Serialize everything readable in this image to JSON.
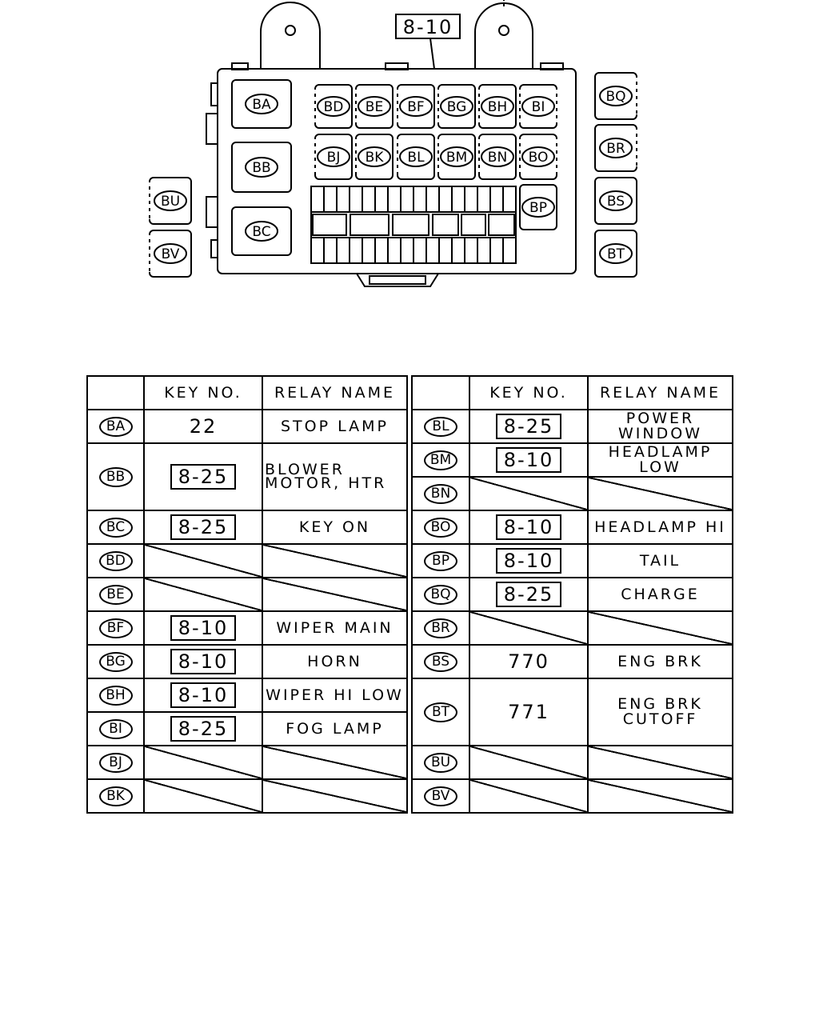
{
  "diagram": {
    "main_key_label": "8-10",
    "relay_positions": [
      {
        "id": "BA"
      },
      {
        "id": "BB"
      },
      {
        "id": "BC"
      },
      {
        "id": "BD"
      },
      {
        "id": "BE"
      },
      {
        "id": "BF"
      },
      {
        "id": "BG"
      },
      {
        "id": "BH"
      },
      {
        "id": "BI"
      },
      {
        "id": "BJ"
      },
      {
        "id": "BK"
      },
      {
        "id": "BL"
      },
      {
        "id": "BM"
      },
      {
        "id": "BN"
      },
      {
        "id": "BO"
      },
      {
        "id": "BP"
      },
      {
        "id": "BQ"
      },
      {
        "id": "BR"
      },
      {
        "id": "BS"
      },
      {
        "id": "BT"
      },
      {
        "id": "BU"
      },
      {
        "id": "BV"
      }
    ]
  },
  "table": {
    "headers": {
      "id": "",
      "key_no": "KEY NO.",
      "relay_name": "RELAY NAME"
    },
    "left_rows": [
      {
        "id": "BA",
        "key_no": "22",
        "key_boxed": false,
        "relay_name": "STOP LAMP"
      },
      {
        "id": "BB",
        "key_no": "8-25",
        "key_boxed": true,
        "relay_name": "BLOWER MOTOR, HTR"
      },
      {
        "id": "BC",
        "key_no": "8-25",
        "key_boxed": true,
        "relay_name": "KEY ON"
      },
      {
        "id": "BD",
        "key_no": "",
        "key_boxed": false,
        "relay_name": ""
      },
      {
        "id": "BE",
        "key_no": "",
        "key_boxed": false,
        "relay_name": ""
      },
      {
        "id": "BF",
        "key_no": "8-10",
        "key_boxed": true,
        "relay_name": "WIPER MAIN"
      },
      {
        "id": "BG",
        "key_no": "8-10",
        "key_boxed": true,
        "relay_name": "HORN"
      },
      {
        "id": "BH",
        "key_no": "8-10",
        "key_boxed": true,
        "relay_name": "WIPER HI LOW"
      },
      {
        "id": "BI",
        "key_no": "8-25",
        "key_boxed": true,
        "relay_name": "FOG LAMP"
      },
      {
        "id": "BJ",
        "key_no": "",
        "key_boxed": false,
        "relay_name": ""
      },
      {
        "id": "BK",
        "key_no": "",
        "key_boxed": false,
        "relay_name": ""
      }
    ],
    "right_rows": [
      {
        "id": "BL",
        "key_no": "8-25",
        "key_boxed": true,
        "relay_name": "POWER WINDOW"
      },
      {
        "id": "BM",
        "key_no": "8-10",
        "key_boxed": true,
        "relay_name": "HEADLAMP LOW"
      },
      {
        "id": "BN",
        "key_no": "",
        "key_boxed": false,
        "relay_name": ""
      },
      {
        "id": "BO",
        "key_no": "8-10",
        "key_boxed": true,
        "relay_name": "HEADLAMP HI"
      },
      {
        "id": "BP",
        "key_no": "8-10",
        "key_boxed": true,
        "relay_name": "TAIL"
      },
      {
        "id": "BQ",
        "key_no": "8-25",
        "key_boxed": true,
        "relay_name": "CHARGE"
      },
      {
        "id": "BR",
        "key_no": "",
        "key_boxed": false,
        "relay_name": ""
      },
      {
        "id": "BS",
        "key_no": "770",
        "key_boxed": false,
        "relay_name": "ENG BRK"
      },
      {
        "id": "BT",
        "key_no": "771",
        "key_boxed": false,
        "relay_name": "ENG BRK CUTOFF"
      },
      {
        "id": "BU",
        "key_no": "",
        "key_boxed": false,
        "relay_name": ""
      },
      {
        "id": "BV",
        "key_no": "",
        "key_boxed": false,
        "relay_name": ""
      }
    ]
  }
}
